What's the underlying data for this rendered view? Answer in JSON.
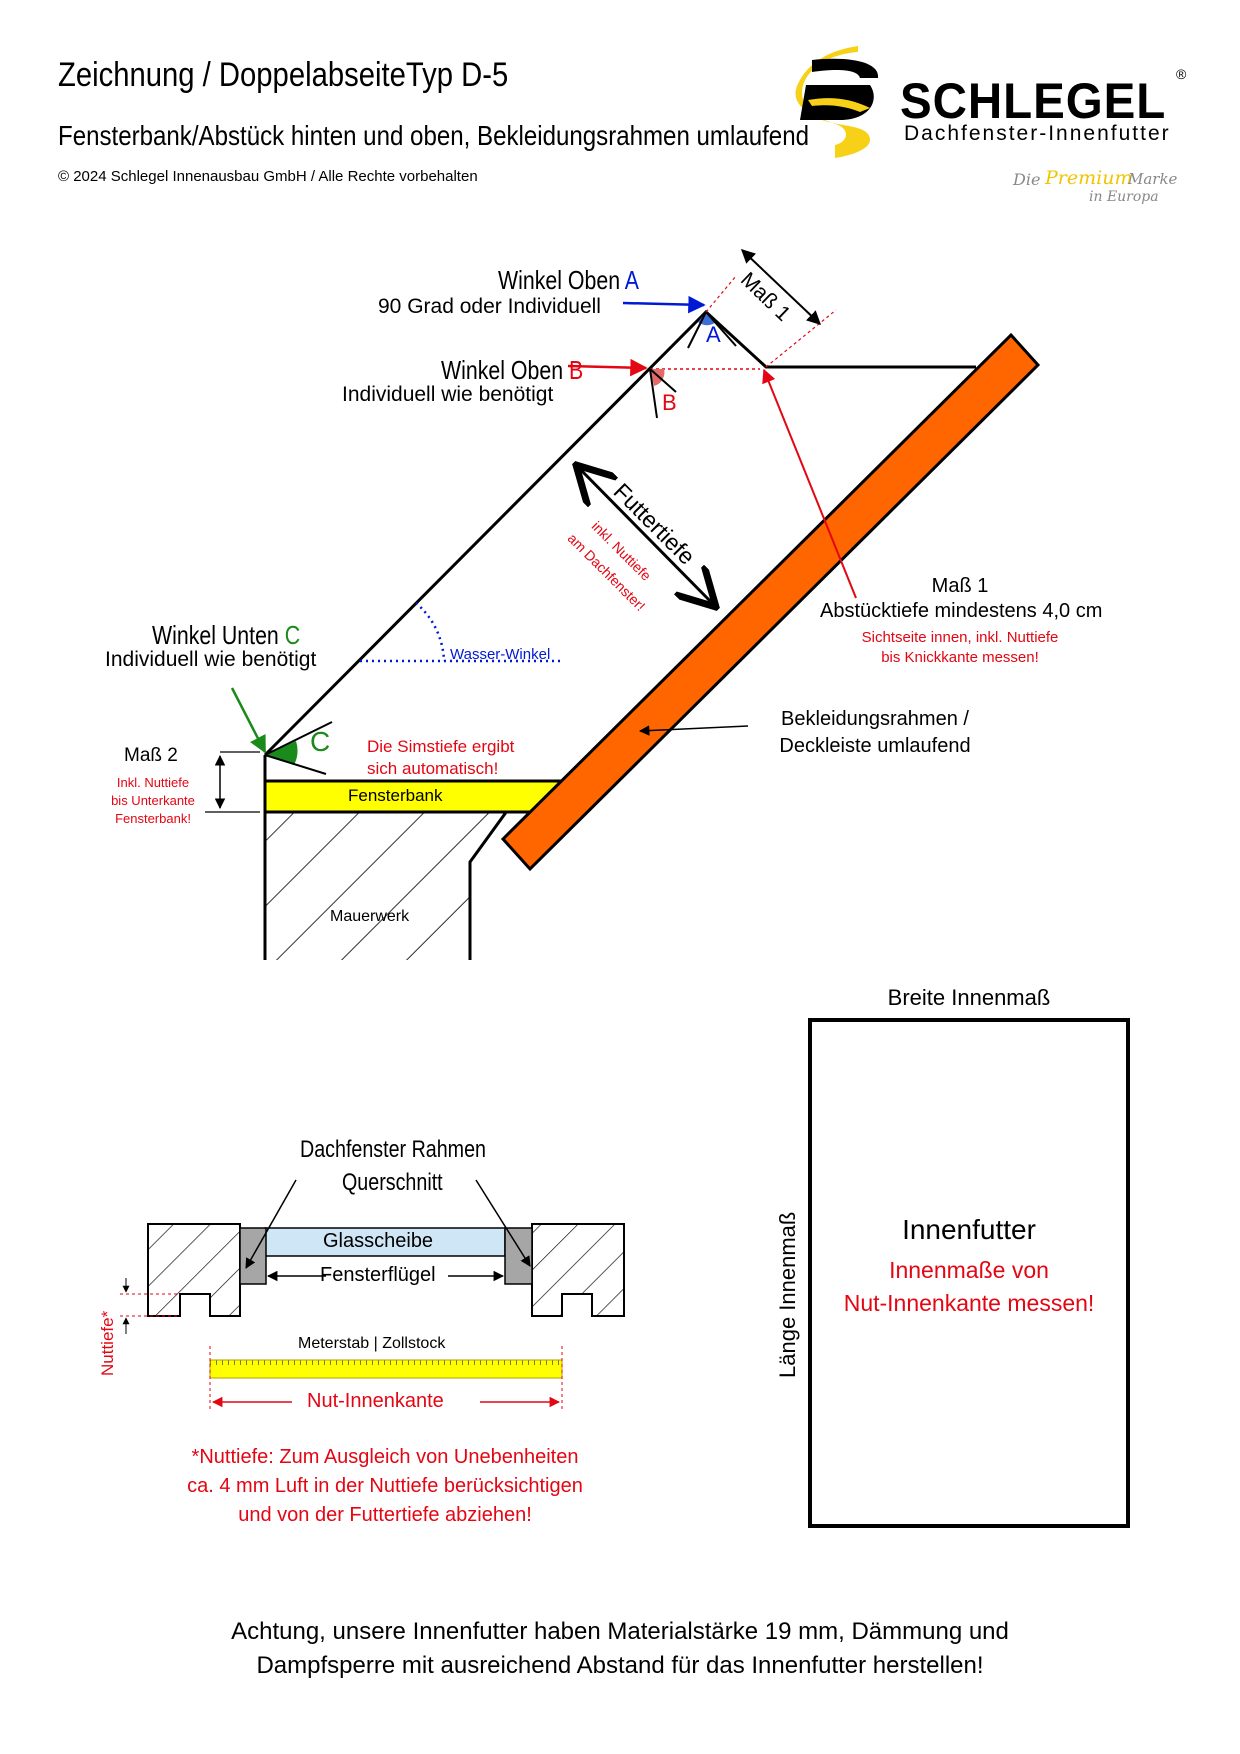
{
  "header": {
    "title": "Zeichnung / DoppelabseiteTyp D-5",
    "subtitle": "Fensterbank/Abstück hinten und oben, Bekleidungsrahmen umlaufend",
    "copyright": "© 2024 Schlegel Innenausbau GmbH / Alle Rechte vorbehalten"
  },
  "logo": {
    "brand": "SCHLEGEL",
    "registered": "®",
    "tagline": "Dachfenster-Innenfutter",
    "slogan_die": "Die",
    "slogan_premium": "Premium",
    "slogan_marke": "Marke",
    "slogan_europa": "in Europa"
  },
  "section_drawing": {
    "winkel_oben_a_label": "Winkel Oben",
    "winkel_oben_a_letter": "A",
    "winkel_oben_a_note": "90 Grad oder Individuell",
    "winkel_oben_b_label": "Winkel Oben",
    "winkel_oben_b_letter": "B",
    "winkel_oben_b_note": "Individuell wie benötigt",
    "winkel_unten_c_label": "Winkel Unten",
    "winkel_unten_c_letter": "C",
    "winkel_unten_c_note": "Individuell wie benötigt",
    "mass1_rotated": "Maß 1",
    "futtertiefe": "Futtertiefe",
    "futtertiefe_note_1": "inkl. Nuttiefe",
    "futtertiefe_note_2": "am Dachfenster!",
    "wasser_winkel": "Wasser-Winkel",
    "mass1_title": "Maß 1",
    "mass1_text": "Abstücktiefe mindestens 4,0 cm",
    "mass1_note_1": "Sichtseite innen, inkl. Nuttiefe",
    "mass1_note_2": "bis Knickkante messen!",
    "bekleidung_1": "Bekleidungsrahmen /",
    "bekleidung_2": "Deckleiste umlaufend",
    "simstiefe_1": "Die Simstiefe ergibt",
    "simstiefe_2": "sich automatisch!",
    "mass2_title": "Maß 2",
    "mass2_note_1": "Inkl. Nuttiefe",
    "mass2_note_2": "bis Unterkante",
    "mass2_note_3": "Fensterbank!",
    "fensterbank": "Fensterbank",
    "mauerwerk": "Mauerwerk",
    "letter_a": "A",
    "letter_b": "B",
    "letter_c": "C"
  },
  "section_cross": {
    "title_1": "Dachfenster Rahmen",
    "title_2": "Querschnitt",
    "glasscheibe": "Glasscheibe",
    "fensterfluegel": "Fensterflügel",
    "nuttiefe": "Nuttiefe*",
    "meterstab": "Meterstab | Zollstock",
    "nut_innenkante": "Nut-Innenkante",
    "footnote_1": "*Nuttiefe: Zum Ausgleich von Unebenheiten",
    "footnote_2": "ca. 4 mm Luft in der Nuttiefe berücksichtigen",
    "footnote_3": "und von der Futtertiefe abziehen!"
  },
  "section_rect": {
    "breite": "Breite Innenmaß",
    "laenge": "Länge Innenmaß",
    "innenfutter": "Innenfutter",
    "note_1": "Innenmaße von",
    "note_2": "Nut-Innenkante messen!"
  },
  "footer": {
    "line_1": "Achtung, unsere Innenfutter haben Materialstärke 19 mm, Dämmung und",
    "line_2": "Dampfsperre mit ausreichend Abstand für das Innenfutter herstellen!"
  },
  "colors": {
    "orange": "#ff6600",
    "yellow": "#ffff00",
    "red": "#e30613",
    "blue": "#0019d4",
    "green": "#1a8a1a",
    "glass": "#cfe6f7",
    "grey": "#a6a6a6",
    "logo_yellow": "#f7d117"
  }
}
